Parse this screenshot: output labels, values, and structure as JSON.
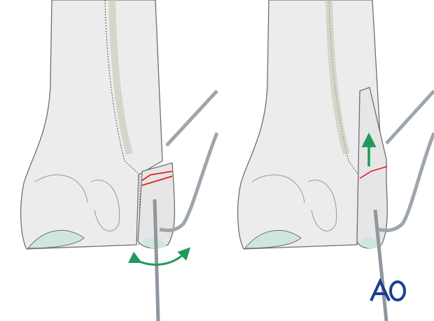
{
  "logo": {
    "text": "AO",
    "color": "#1b3f8f"
  },
  "colors": {
    "bone": "#ececec",
    "bone_shadow": "#d9d9d9",
    "outline": "#6f6f6f",
    "cartilage": "#cfe6df",
    "fracture_line": "#e0201b",
    "arrow": "#1f9a5a",
    "instrument": "#9ea6ad"
  },
  "panels": [
    {
      "id": "left",
      "arrow": "rotation-double-arrow"
    },
    {
      "id": "right",
      "arrow": "upward-arrow"
    }
  ]
}
